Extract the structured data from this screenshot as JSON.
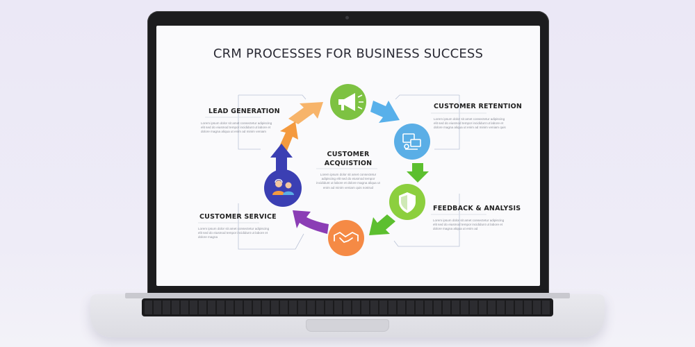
{
  "slide": {
    "title": "CRM PROCESSES FOR BUSINESS SUCCESS",
    "center": {
      "label_line1": "CUSTOMER",
      "label_line2": "ACQUISTION",
      "text": "Lorem ipsum dolor sit amet consectetur adipiscing elit sed do eiusmod tempor incididunt ut labore et dolore magna aliqua ut enim ad minim veniam quis nostrud"
    },
    "lead_generation": {
      "label": "LEAD GENERATION",
      "text": "Lorem ipsum dolor sit amet consectetur adipiscing elit sed do eiusmod tempor incididunt ut labore et dolore magna aliqua ut enim ad minim veniam"
    },
    "customer_retention": {
      "label": "CUSTOMER RETENTION",
      "text": "Lorem ipsum dolor sit amet consectetur adipiscing elit sed do eiusmod tempor incididunt ut labore et dolore magna aliqua ut enim ad minim veniam quis"
    },
    "feedback_analysis": {
      "label": "FEEDBACK & ANALYSIS",
      "text": "Lorem ipsum dolor sit amet consectetur adipiscing elit sed do eiusmod tempor incididunt ut labore et dolore magna aliqua ut enim ad"
    },
    "customer_service": {
      "label": "CUSTOMER SERVICE",
      "text": "Lorem ipsum dolor sit amet consectetur adipiscing elit sed do eiusmod tempor incididunt ut labore et dolore magna"
    }
  },
  "icons": {
    "top": "megaphone-icon",
    "right_upper": "devices-icon",
    "right_lower": "shield-icon",
    "bottom": "handshake-icon",
    "left": "support-team-icon"
  },
  "colors": {
    "green_circle": "#7dc242",
    "blue_circle": "#5aaee6",
    "lime_circle": "#8ccf3e",
    "orange_circle": "#f58a45",
    "navy_circle": "#3b3fb3",
    "purple_arrow": "#8b3db5",
    "navy_arrow": "#3b3fb3",
    "orange_arrow": "#f49a3f",
    "peach_arrow": "#f7b46a",
    "light_blue_arrow": "#58b0ea",
    "green_arrow": "#5cbf2f"
  }
}
